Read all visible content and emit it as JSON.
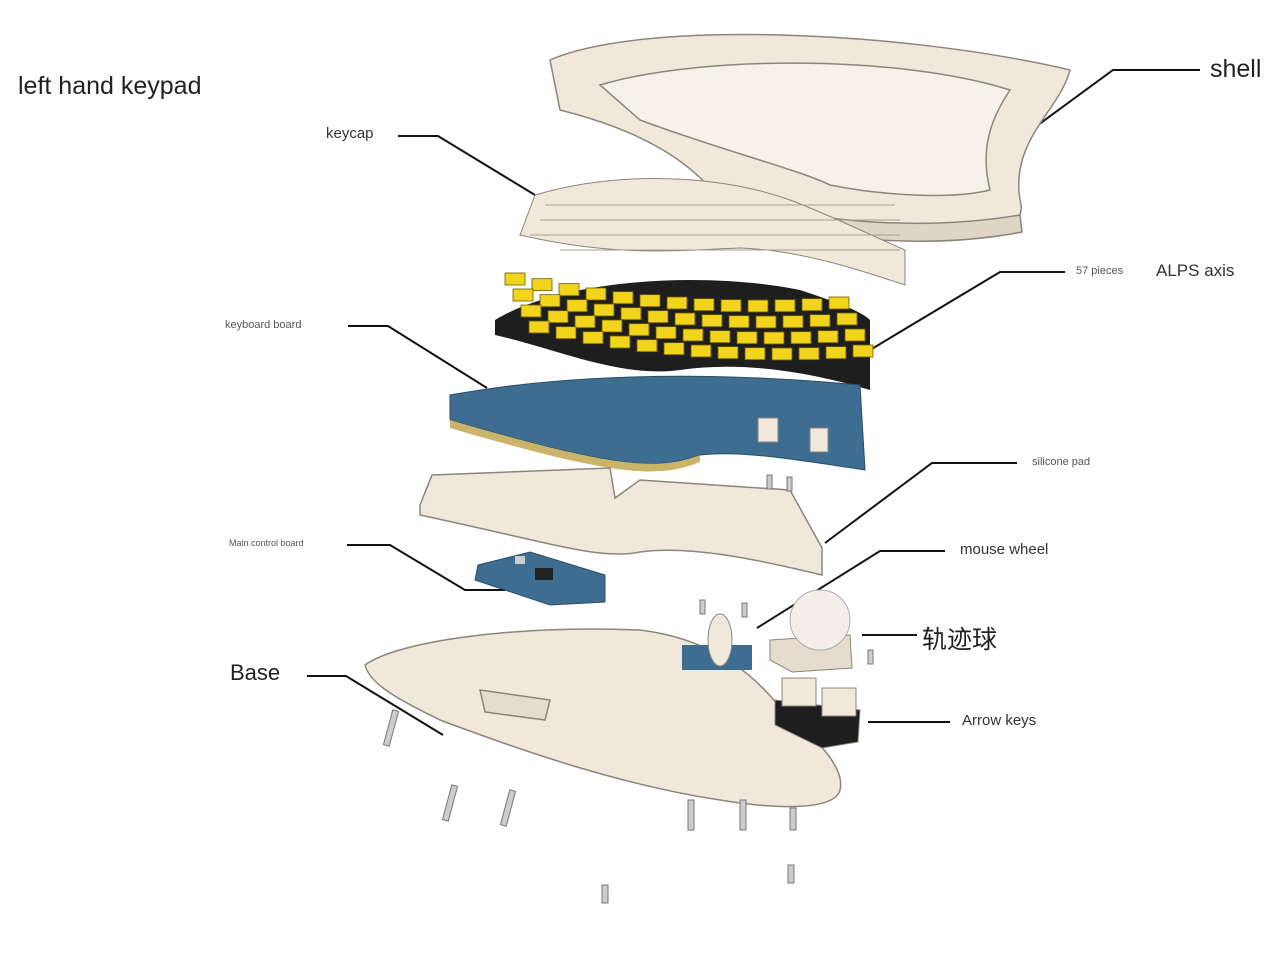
{
  "title": "left hand keypad",
  "labels": {
    "shell": "shell",
    "keycap": "keycap",
    "pieces": "57 pieces",
    "alps": "ALPS axis",
    "keyboard_board": "keyboard board",
    "silicone_pad": "silicone pad",
    "main_control_board": "Main control board",
    "mouse_wheel": "mouse wheel",
    "trackball": "轨迹球",
    "base": "Base",
    "arrow_keys": "Arrow keys"
  },
  "colors": {
    "beige": "#efe8db",
    "outline": "#8c8579",
    "pcb_blue": "#3d6e92",
    "switch_yellow": "#f2d41c",
    "switch_black": "#1e1e1e"
  }
}
